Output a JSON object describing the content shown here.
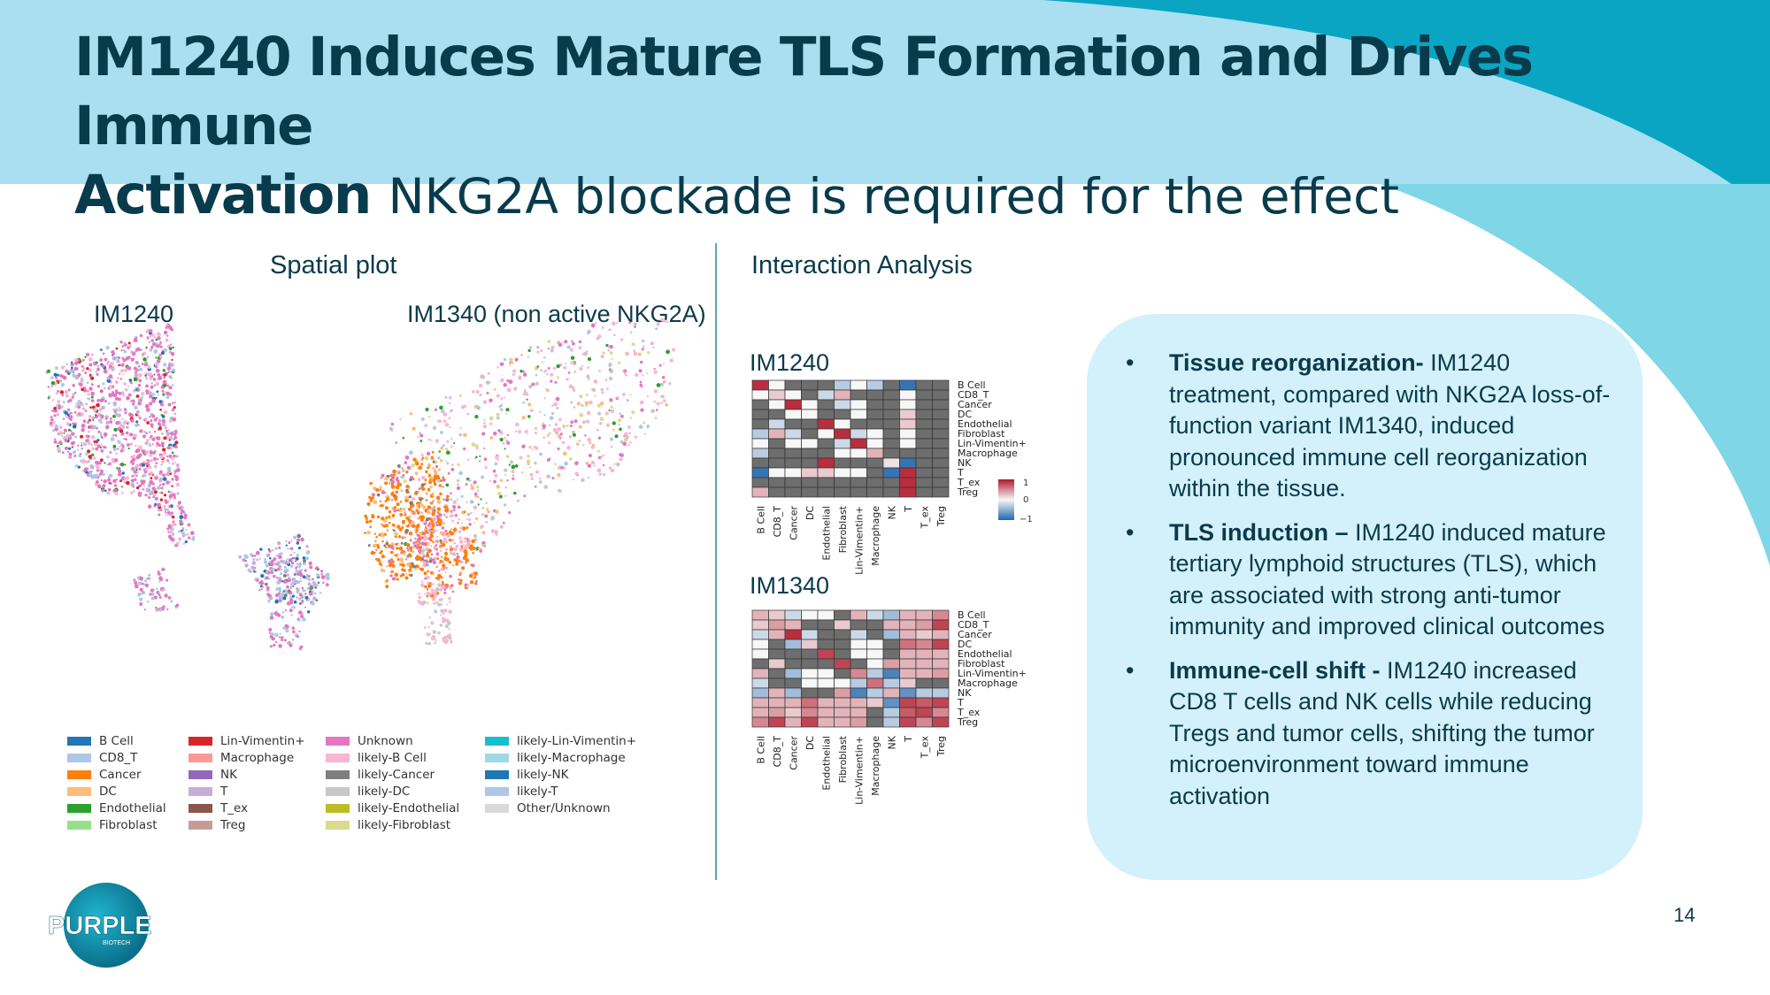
{
  "slide": {
    "title_line1": "IM1240 Induces Mature TLS Formation and Drives Immune",
    "title_line2_bold": "Activation",
    "title_line2_rest": "NKG2A blockade is required for the effect",
    "page_number": "14"
  },
  "spatial": {
    "heading": "Spatial plot",
    "label_left": "IM1240",
    "label_right": "IM1340 (non active NKG2A)"
  },
  "legend": {
    "columns": [
      [
        {
          "label": "B Cell",
          "color": "#1f77b4"
        },
        {
          "label": "CD8_T",
          "color": "#aec7e8"
        },
        {
          "label": "Cancer",
          "color": "#ff7f0e"
        },
        {
          "label": "DC",
          "color": "#ffbb78"
        },
        {
          "label": "Endothelial",
          "color": "#2ca02c"
        },
        {
          "label": "Fibroblast",
          "color": "#98df8a"
        }
      ],
      [
        {
          "label": "Lin-Vimentin+",
          "color": "#d62728"
        },
        {
          "label": "Macrophage",
          "color": "#ff9896"
        },
        {
          "label": "NK",
          "color": "#9467bd"
        },
        {
          "label": "T",
          "color": "#c5b0d5"
        },
        {
          "label": "T_ex",
          "color": "#8c564b"
        },
        {
          "label": "Treg",
          "color": "#c49c94"
        }
      ],
      [
        {
          "label": "Unknown",
          "color": "#e377c2"
        },
        {
          "label": "likely-B Cell",
          "color": "#f7b6d2"
        },
        {
          "label": "likely-Cancer",
          "color": "#7f7f7f"
        },
        {
          "label": "likely-DC",
          "color": "#c7c7c7"
        },
        {
          "label": "likely-Endothelial",
          "color": "#bcbd22"
        },
        {
          "label": "likely-Fibroblast",
          "color": "#dbdb8d"
        }
      ],
      [
        {
          "label": "likely-Lin-Vimentin+",
          "color": "#17becf"
        },
        {
          "label": "likely-Macrophage",
          "color": "#9edae5"
        },
        {
          "label": "likely-NK",
          "color": "#1f77b4"
        },
        {
          "label": "likely-T",
          "color": "#aec7e8"
        },
        {
          "label": "Other/Unknown",
          "color": "#d9d9d9"
        }
      ]
    ]
  },
  "interaction": {
    "heading": "Interaction Analysis",
    "colorbar": {
      "max_label": "1",
      "mid_label": "0",
      "min_label": "−1"
    },
    "heatmaps": [
      {
        "title": "IM1240",
        "rows": [
          "B Cell",
          "CD8_T",
          "Cancer",
          "DC",
          "Endothelial",
          "Fibroblast",
          "Lin-Vimentin+",
          "Macrophage",
          "NK",
          "T",
          "T_ex",
          "Treg"
        ],
        "cols": [
          "B Cell",
          "CD8_T",
          "Cancer",
          "DC",
          "Endothelial",
          "Fibroblast",
          "Lin-Vimentin+",
          "Macrophage",
          "NK",
          "T",
          "T_ex",
          "Treg"
        ],
        "matrix": [
          [
            0.9,
            0,
            null,
            null,
            null,
            -0.3,
            0,
            -0.3,
            null,
            -0.9,
            null,
            null
          ],
          [
            0,
            0.2,
            0,
            null,
            -0.2,
            0.3,
            null,
            null,
            null,
            0,
            null,
            null
          ],
          [
            null,
            0,
            0.9,
            0,
            null,
            -0.2,
            0,
            null,
            null,
            0,
            null,
            null
          ],
          [
            null,
            null,
            0,
            0,
            null,
            null,
            0,
            null,
            null,
            0.2,
            null,
            null
          ],
          [
            null,
            -0.2,
            null,
            null,
            0.9,
            0,
            null,
            null,
            null,
            0.2,
            null,
            null
          ],
          [
            -0.3,
            0.3,
            -0.2,
            null,
            0,
            0.9,
            -0.2,
            0,
            null,
            0,
            null,
            null
          ],
          [
            0,
            null,
            0,
            0,
            null,
            -0.2,
            0.9,
            0,
            null,
            0,
            null,
            null
          ],
          [
            -0.3,
            null,
            null,
            null,
            null,
            0,
            0,
            0.3,
            null,
            null,
            null,
            null
          ],
          [
            null,
            null,
            null,
            null,
            0.9,
            null,
            null,
            null,
            0.1,
            -0.9,
            null,
            null
          ],
          [
            -0.9,
            0,
            0,
            0.2,
            0.2,
            0,
            0,
            null,
            -0.9,
            0.9,
            null,
            null
          ],
          [
            null,
            null,
            null,
            null,
            null,
            null,
            null,
            null,
            null,
            0.9,
            null,
            null
          ],
          [
            0.3,
            null,
            null,
            null,
            null,
            null,
            null,
            null,
            null,
            0.9,
            null,
            null
          ]
        ]
      },
      {
        "title": "IM1340",
        "rows": [
          "B Cell",
          "CD8_T",
          "Cancer",
          "DC",
          "Endothelial",
          "Fibroblast",
          "Lin-Vimentin+",
          "Macrophage",
          "NK",
          "T",
          "T_ex",
          "Treg"
        ],
        "cols": [
          "B Cell",
          "CD8_T",
          "Cancer",
          "DC",
          "Endothelial",
          "Fibroblast",
          "Lin-Vimentin+",
          "Macrophage",
          "NK",
          "T",
          "T_ex",
          "Treg"
        ],
        "matrix": [
          [
            0.3,
            0.2,
            -0.2,
            0,
            0,
            null,
            0.3,
            -0.2,
            -0.4,
            0.3,
            0.3,
            0.5
          ],
          [
            0.2,
            0.4,
            0.3,
            null,
            null,
            0.2,
            null,
            null,
            0.3,
            0.3,
            0.4,
            0.8
          ],
          [
            -0.2,
            0.3,
            0.9,
            -0.2,
            null,
            null,
            -0.2,
            null,
            -0.4,
            0.3,
            0.2,
            0.3
          ],
          [
            0,
            null,
            -0.4,
            0.2,
            null,
            null,
            0,
            0,
            null,
            0.6,
            0.5,
            0.8
          ],
          [
            0,
            null,
            null,
            null,
            0.8,
            null,
            0,
            0,
            null,
            0.3,
            0.3,
            0.3
          ],
          [
            null,
            0.2,
            null,
            null,
            null,
            0.8,
            null,
            0,
            0.4,
            0.3,
            0.3,
            0.3
          ],
          [
            0.3,
            null,
            -0.4,
            0,
            0,
            null,
            0.5,
            -0.3,
            -0.8,
            0.3,
            0.3,
            0.4
          ],
          [
            -0.2,
            null,
            null,
            0,
            0,
            0,
            -0.3,
            0.6,
            -0.3,
            0.2,
            null,
            null
          ],
          [
            -0.4,
            0.3,
            -0.4,
            null,
            null,
            0.4,
            -0.8,
            -0.3,
            0.3,
            -0.7,
            -0.3,
            -0.3
          ],
          [
            0.3,
            0.3,
            0.3,
            0.6,
            0.3,
            0.3,
            0.3,
            0.2,
            -0.7,
            0.8,
            0.7,
            0.8
          ],
          [
            0.3,
            0.4,
            0.2,
            0.5,
            0.3,
            0.3,
            0.3,
            null,
            -0.3,
            0.7,
            0.8,
            0.5
          ],
          [
            0.5,
            0.8,
            0.3,
            0.8,
            0.3,
            0.3,
            0.4,
            null,
            -0.3,
            0.8,
            0.5,
            0.8
          ]
        ]
      }
    ]
  },
  "bullets": [
    {
      "bold": "Tissue reorganization-",
      "text": " IM1240 treatment, compared with NKG2A loss-of-function variant IM1340, induced pronounced immune cell reorganization within the tissue."
    },
    {
      "bold": "TLS induction –",
      "text": " IM1240 induced mature tertiary lymphoid structures (TLS), which are associated with strong anti-tumor immunity and improved clinical outcomes"
    },
    {
      "bold": "Immune-cell shift -",
      "text": " IM1240 increased CD8 T cells and NK cells while reducing Tregs and tumor cells, shifting the tumor microenvironment toward immune activation"
    }
  ],
  "bullet_symbol": "•",
  "logo": {
    "text": "PURPLE",
    "subtext": "BIOTECH"
  },
  "colors": {
    "header": "#a9dff0",
    "accent": "#0aa5c2",
    "deco": "#7fd6e6",
    "bullet_box": "#d2f1fb",
    "title": "#083b4c",
    "heat_na": "#6e6e6e"
  }
}
